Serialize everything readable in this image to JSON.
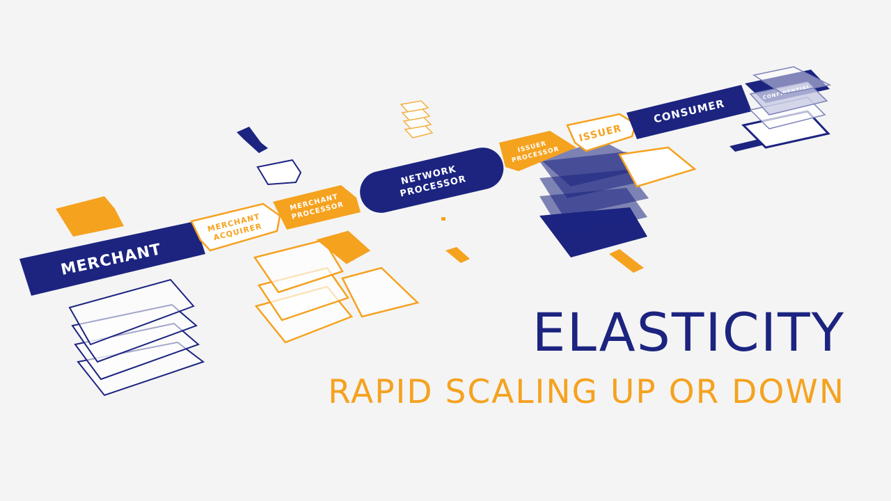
{
  "diagram": {
    "nodes": {
      "merchant": "MERCHANT",
      "merchant_acquirer": [
        "MERCHANT",
        "ACQUIRER"
      ],
      "merchant_processor": [
        "MERCHANT",
        "PROCESSOR"
      ],
      "network_processor": [
        "NETWORK",
        "PROCESSOR"
      ],
      "issuer_processor": [
        "ISSUER",
        "PROCESSOR"
      ],
      "issuer": "ISSUER",
      "consumer": "CONSUMER",
      "card_label": "CONFIDENTIAL"
    },
    "colors": {
      "navy": "#1c2480",
      "orange": "#f5a21f",
      "background": "#f4f4f4"
    }
  },
  "heading": {
    "title": "ELASTICITY",
    "subtitle": "RAPID SCALING UP OR DOWN"
  }
}
